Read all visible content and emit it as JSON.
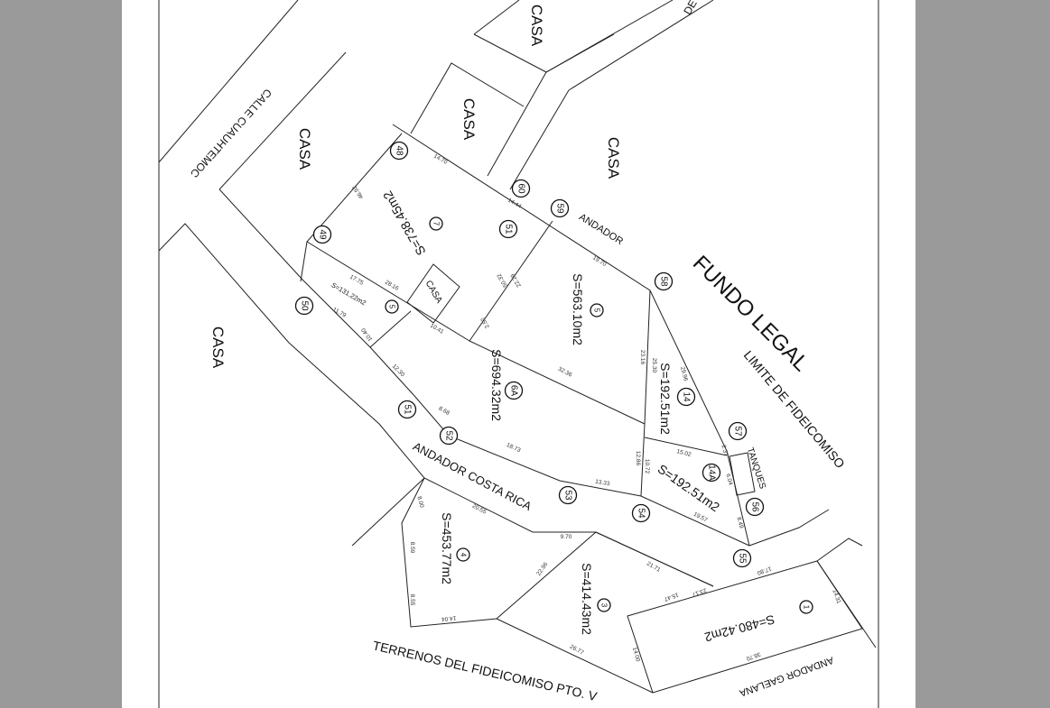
{
  "labels": {
    "casa_top": "CASA",
    "casa_2": "CASA",
    "casa_left": "CASA",
    "casa_right": "CASA",
    "casa_lower_left": "CASA",
    "casa_small": "CASA",
    "street_de": "DE",
    "calle_cuauhtemoc": "CALLE CUAUHTEMOC",
    "fundo_legal": "FUNDO LEGAL",
    "limite": "LIMITE DE FIDEICOMISO",
    "andador": "ANDADOR",
    "andador_costa_rica": "ANDADOR COSTA RICA",
    "tanques": "TANQUES",
    "terrenos": "TERRENOS DEL FIDEICOMISO PTO. V",
    "andador_gaelana": "ANDADOR GAELANA"
  },
  "areas": {
    "lot7": "S=738.45m2",
    "lot5": "S=563.10m2",
    "lot6a": "S=694.32m2",
    "lot14": "S=192.51m2",
    "lot14a": "S=192.51m2",
    "lot4": "S=453.77m2",
    "lot3": "S=414.43m2",
    "lot1": "S=480.42m2",
    "lot5b": "S=131.22m2"
  },
  "markers": [
    "48",
    "49",
    "50",
    "7",
    "51",
    "60",
    "59",
    "5",
    "5",
    "58",
    "6A",
    "14",
    "51",
    "52",
    "57",
    "14A",
    "53",
    "54",
    "56",
    "55",
    "4",
    "3",
    "1"
  ],
  "dims": [
    "14.70",
    "46.92",
    "14.44",
    "19.70",
    "17.75",
    "28.16",
    "11.79",
    "10.40",
    "10.41",
    "50.32",
    "22.29",
    "2.52",
    "32.36",
    "23.16",
    "25.30",
    "29.96",
    "12.30",
    "8.68",
    "18.73",
    "13.33",
    "12.86",
    "10.72",
    "15.02",
    "2.37",
    "6.04",
    "19.57",
    "8.49",
    "8.00",
    "20.55",
    "9.70",
    "8.59",
    "8.55",
    "14.04",
    "22.96",
    "21.71",
    "15.47",
    "23.17",
    "17.80",
    "14.31",
    "14.00",
    "26.77",
    "38.70"
  ]
}
